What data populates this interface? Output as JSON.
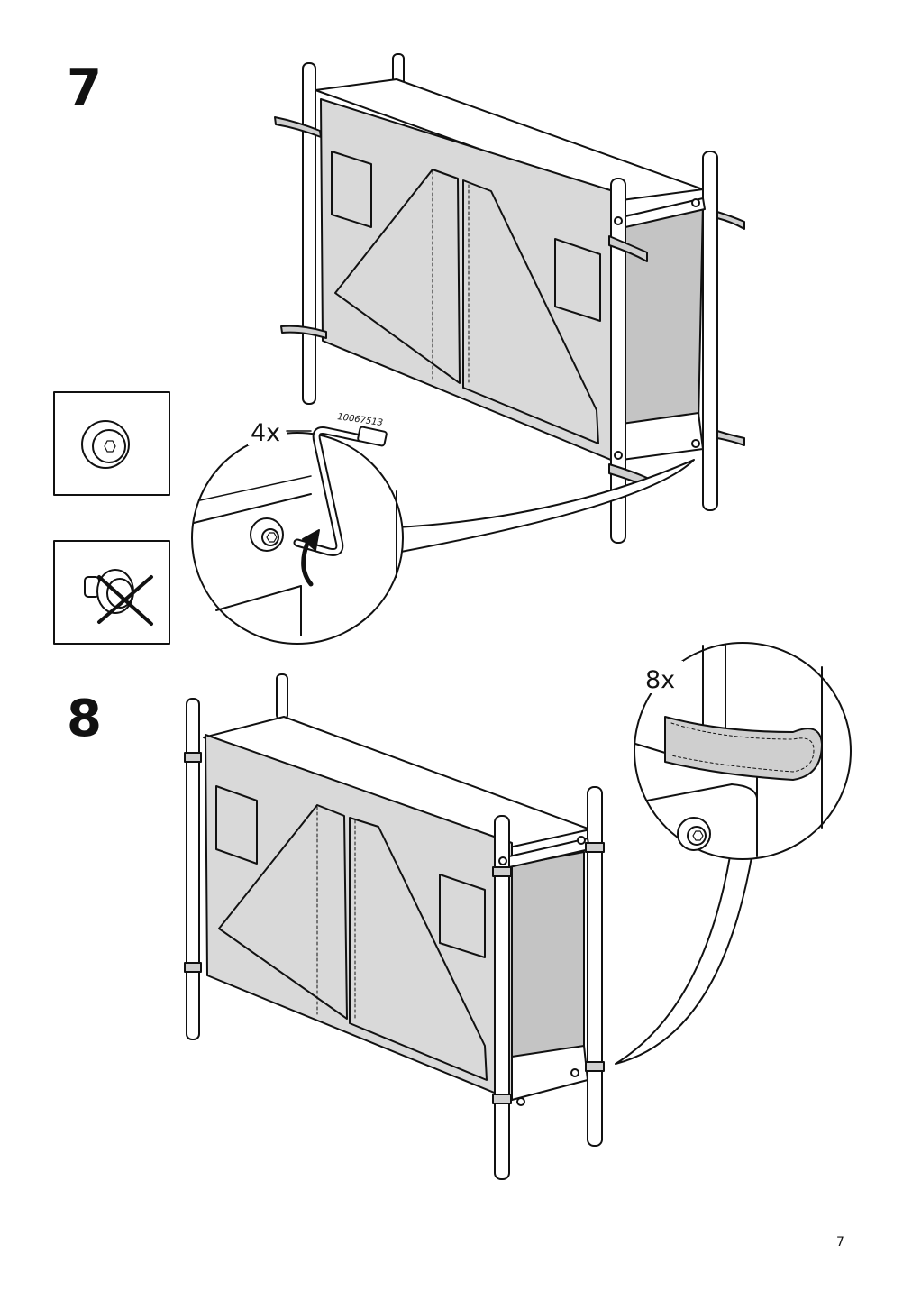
{
  "steps": [
    {
      "number": "7",
      "quantity": "4x",
      "part_number": "10067513"
    },
    {
      "number": "8",
      "quantity": "8x"
    }
  ],
  "page_number": "7",
  "colors": {
    "line": "#111111",
    "panel": "#d9d9d9",
    "side_panel": "#c4c4c4",
    "strap": "#cfcfcf"
  }
}
